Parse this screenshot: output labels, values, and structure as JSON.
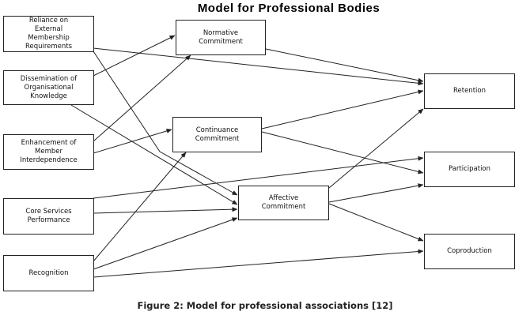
{
  "title": "Model for Professional  Bodies",
  "caption": "Figure 2: Model for professional associations [12]",
  "nodes": {
    "reliance": "Reliance on\nExternal\nMembership\nRequirements",
    "dissemination": "Dissemination of\nOrganisational\nKnowledge",
    "enhancement": "Enhancement of\nMember\nInterdependence",
    "core_services": "Core Services\nPerformance",
    "recognition": "Recognition",
    "normative": "Normative\nCommitment",
    "continuance": "Continuance\nCommitment",
    "affective": "Affective\nCommitment",
    "retention": "Retention",
    "participation": "Participation",
    "coproduction": "Coproduction"
  },
  "edges": [
    {
      "from": "reliance",
      "to": "retention"
    },
    {
      "from": "reliance",
      "to": "affective"
    },
    {
      "from": "dissemination",
      "to": "normative"
    },
    {
      "from": "dissemination",
      "to": "affective"
    },
    {
      "from": "enhancement",
      "to": "normative"
    },
    {
      "from": "enhancement",
      "to": "continuance"
    },
    {
      "from": "core_services",
      "to": "participation"
    },
    {
      "from": "core_services",
      "to": "affective"
    },
    {
      "from": "recognition",
      "to": "continuance"
    },
    {
      "from": "recognition",
      "to": "affective"
    },
    {
      "from": "recognition",
      "to": "coproduction"
    },
    {
      "from": "normative",
      "to": "retention"
    },
    {
      "from": "continuance",
      "to": "retention"
    },
    {
      "from": "continuance",
      "to": "participation"
    },
    {
      "from": "affective",
      "to": "retention"
    },
    {
      "from": "affective",
      "to": "participation"
    },
    {
      "from": "affective",
      "to": "coproduction"
    }
  ]
}
